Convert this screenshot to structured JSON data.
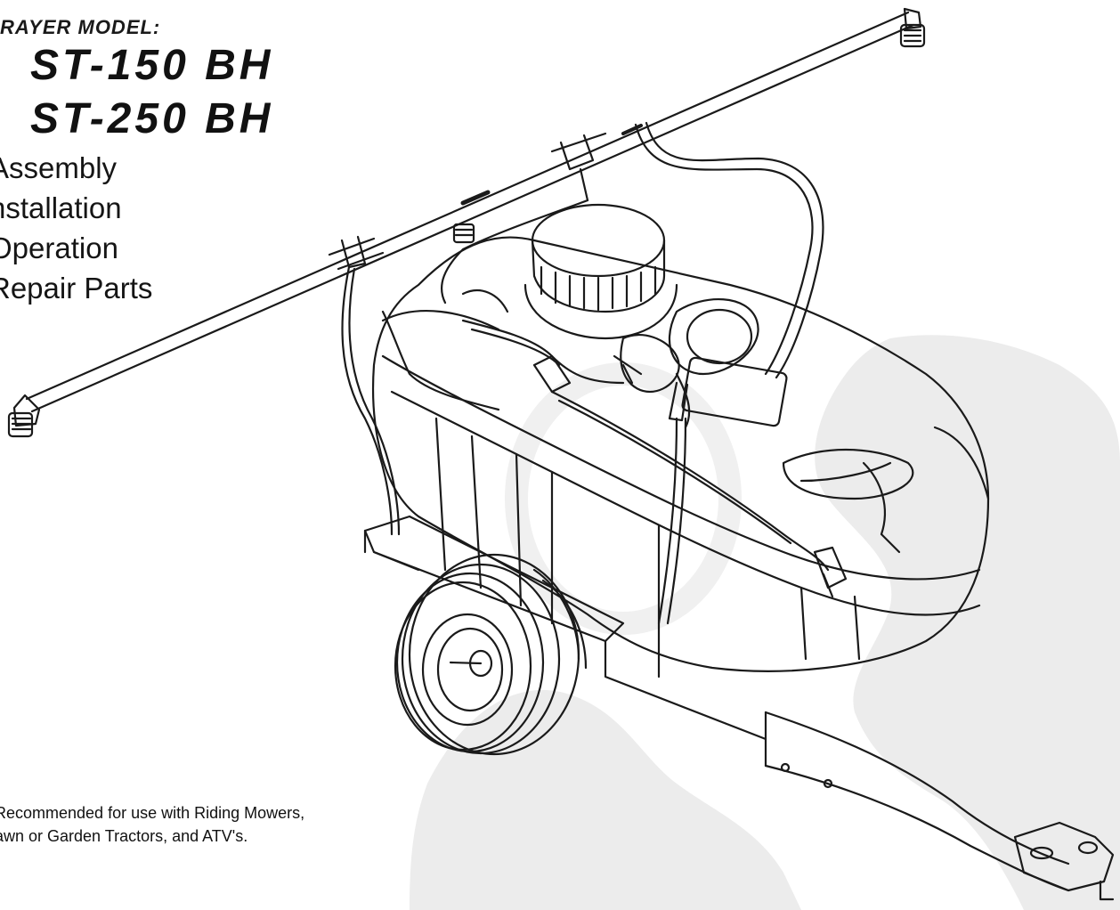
{
  "cover": {
    "model_label": "RAYER MODEL:",
    "models": [
      "ST-150 BH",
      "ST-250 BH"
    ],
    "topics": [
      "Assembly",
      "nstallation",
      "Operation",
      "Repair Parts"
    ],
    "recommendation_lines": [
      "Recommended for use with Riding Mowers,",
      "awn or Garden Tractors, and ATV's."
    ]
  },
  "illustration": {
    "subject": "trailer-sprayer-drawing",
    "line_color": "#1a1a1a",
    "watermark_color": "#ececec"
  }
}
